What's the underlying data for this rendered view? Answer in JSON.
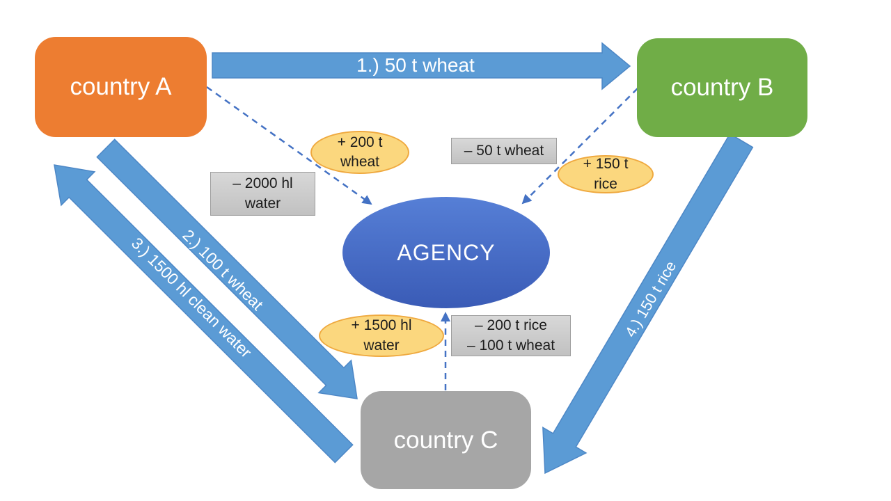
{
  "colors": {
    "arrow_blue": "#5B9BD5",
    "arrow_blue_edge": "#4D87C6",
    "dashed_blue": "#4472C4",
    "country_a": "#ED7D31",
    "country_b": "#70AD47",
    "country_c": "#A6A6A6",
    "agency_top": "#567FD6",
    "agency_bottom": "#3A5BB6",
    "plus_fill": "#FBD77E",
    "plus_edge": "#EFA93F",
    "minus_fill_top": "#D8D8D8",
    "minus_fill_bottom": "#C1C1C1",
    "minus_edge": "#9D9D9D"
  },
  "nodes": {
    "country_a": {
      "label": "country A"
    },
    "country_b": {
      "label": "country B"
    },
    "country_c": {
      "label": "country C"
    },
    "agency": {
      "label": "AGENCY"
    }
  },
  "flows": [
    {
      "step": "1",
      "label": "1.) 50 t wheat",
      "from": "country A",
      "to": "country B"
    },
    {
      "step": "2",
      "label": "2.) 100 t wheat",
      "from": "country A",
      "to": "country C"
    },
    {
      "step": "3",
      "label": "3.) 1500 hl clean water",
      "from": "country C",
      "to": "country A"
    },
    {
      "step": "4",
      "label": "4.) 150 t rice",
      "from": "country B",
      "to": "country C"
    }
  ],
  "badges": {
    "agency_gain_wheat": {
      "type": "gain",
      "line1": "+ 200 t",
      "line2": "wheat"
    },
    "country_a_loss_water": {
      "type": "loss",
      "line1": "– 2000 hl",
      "line2": "water"
    },
    "country_b_loss_wheat": {
      "type": "loss",
      "line1": "– 50 t wheat"
    },
    "agency_gain_rice": {
      "type": "gain",
      "line1": "+ 150 t",
      "line2": "rice"
    },
    "agency_gain_water": {
      "type": "gain",
      "line1": "+ 1500 hl",
      "line2": "water"
    },
    "country_c_loss": {
      "type": "loss",
      "line1": "– 200 t rice",
      "line2": "– 100 t wheat"
    }
  }
}
